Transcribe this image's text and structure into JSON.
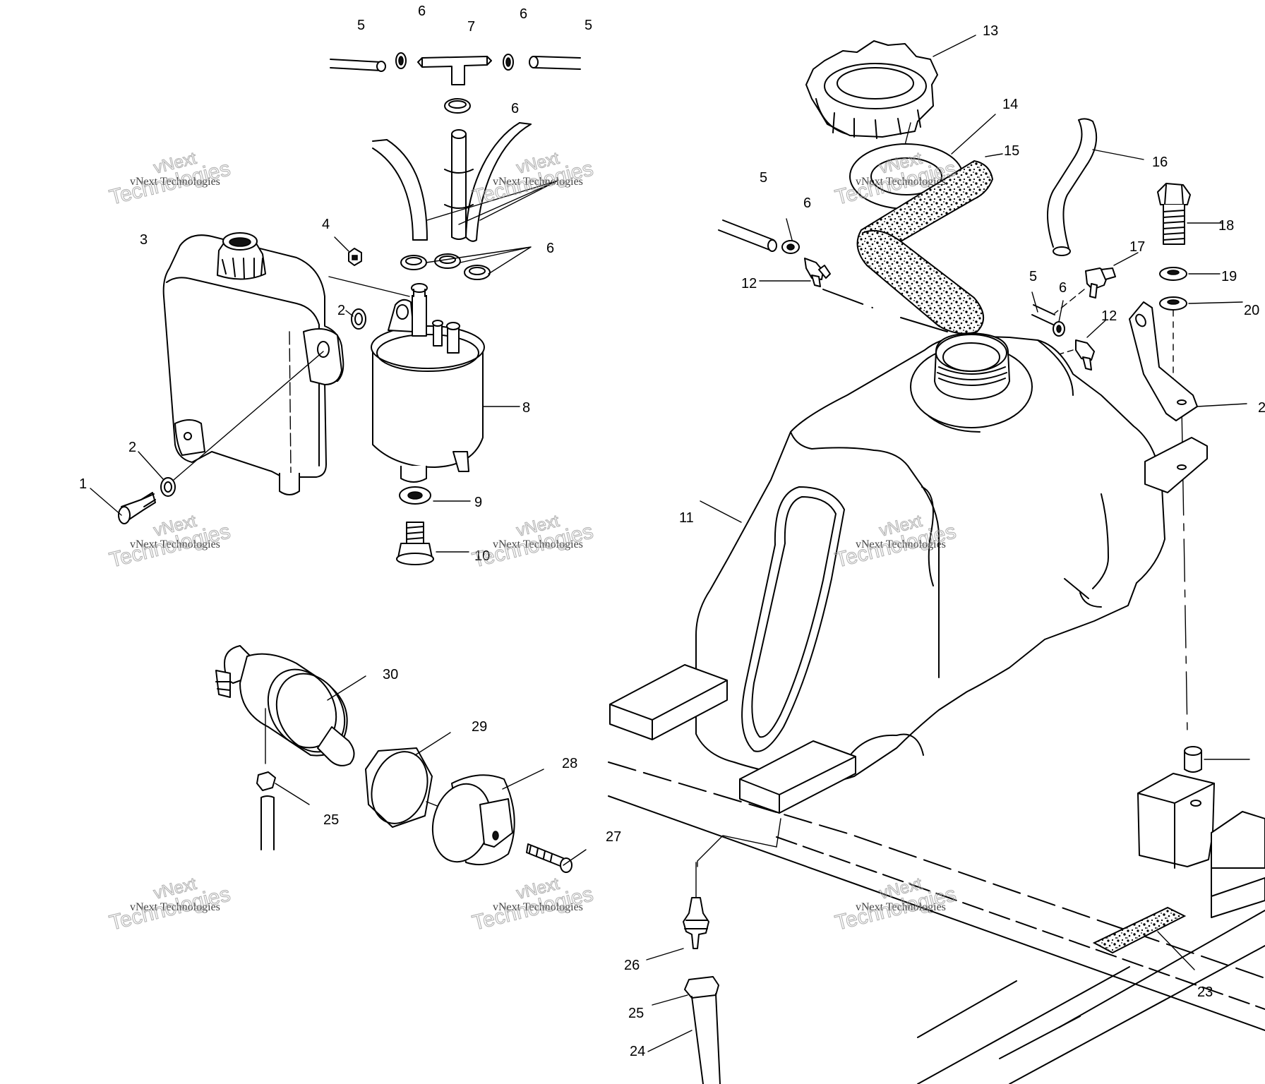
{
  "diagram": {
    "callouts": [
      "1",
      "2",
      "2",
      "3",
      "4",
      "5",
      "5",
      "5",
      "5",
      "6",
      "6",
      "6",
      "6",
      "6",
      "6",
      "7",
      "8",
      "9",
      "10",
      "11",
      "12",
      "12",
      "13",
      "14",
      "15",
      "16",
      "17",
      "18",
      "19",
      "20",
      "2",
      "23",
      "24",
      "25",
      "25",
      "26",
      "27",
      "28",
      "29",
      "30"
    ],
    "watermark": {
      "line1": "vNext Technologies",
      "line2": "vNext",
      "line3": "Technologies"
    }
  }
}
